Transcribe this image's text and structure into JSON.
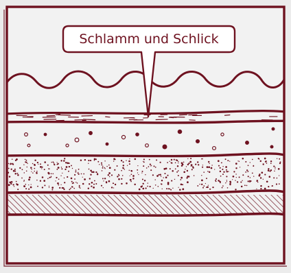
{
  "diagram": {
    "callout_label": "Schlamm und Schlick",
    "layers": [
      {
        "name": "water"
      },
      {
        "name": "mud-and-silt"
      },
      {
        "name": "coarse-pebbles"
      },
      {
        "name": "fine-gravel"
      },
      {
        "name": "hatched-layer"
      },
      {
        "name": "bottom-layer"
      }
    ],
    "colors": {
      "line": "#6e1220",
      "background": "#ececec",
      "panel": "#f2f2f2",
      "callout_fill": "#ffffff"
    }
  }
}
